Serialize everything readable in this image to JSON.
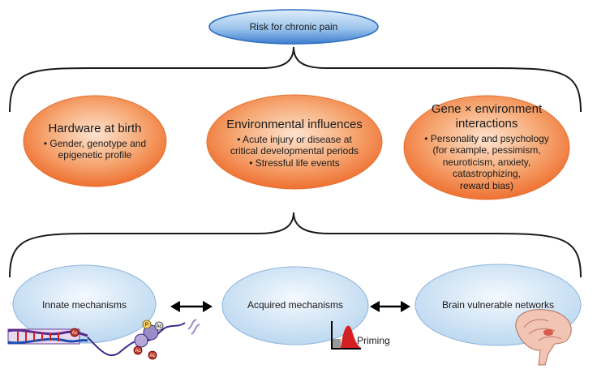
{
  "top": {
    "label": "Risk for chronic pain"
  },
  "factors": [
    {
      "title": "Hardware at birth",
      "bullets": [
        "• Gender, genotype and",
        "epigenetic profile"
      ]
    },
    {
      "title": "Environmental influences",
      "bullets": [
        "• Acute injury or disease at",
        "critical developmental periods",
        "• Stressful life events"
      ]
    },
    {
      "title": "Gene × environment",
      "title2": "interactions",
      "bullets": [
        "• Personality and psychology",
        "(for example, pessimism,",
        "neuroticism, anxiety,",
        "catastrophizing,",
        "reward bias)"
      ]
    }
  ],
  "mechanisms": [
    {
      "label": "Innate mechanisms"
    },
    {
      "label": "Acquired mechanisms"
    },
    {
      "label": "Brain vulnerable networks"
    }
  ],
  "priming_label": "Priming",
  "dna_badges": [
    "P",
    "Ac",
    "Ac",
    "Ac",
    "Ac"
  ],
  "colors": {
    "orange": "#f07a3c",
    "orange_light": "#fbd0b0",
    "blue": "#bcd8f0",
    "blue_dark": "#2f6ec0",
    "red": "#d62020",
    "stroke": "#1a1a1a"
  }
}
